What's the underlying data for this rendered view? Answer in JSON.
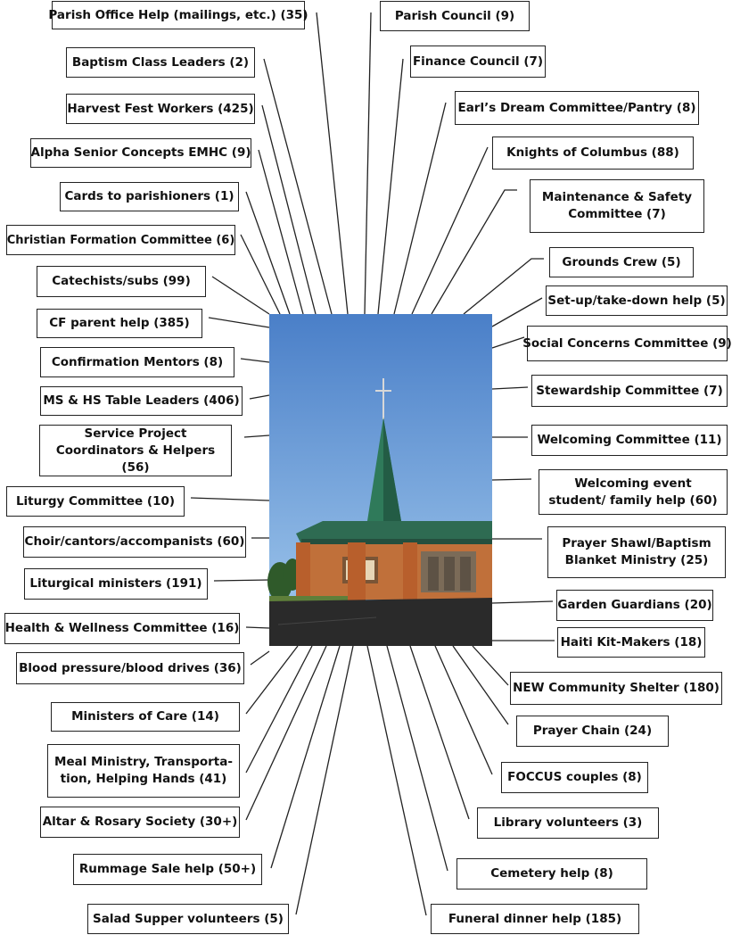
{
  "labels": {
    "parish_office_help": "Parish Office Help (mailings, etc.) (35)",
    "baptism_class_leaders": "Baptism Class Leaders (2)",
    "harvest_fest_workers": "Harvest Fest Workers (425)",
    "alpha_senior_concepts": "Alpha Senior Concepts EMHC (9)",
    "cards_to_parishioners": "Cards to parishioners (1)",
    "christian_formation_committee": "Christian Formation Committee (6)",
    "catechists_subs": "Catechists/subs (99)",
    "cf_parent_help": "CF parent help (385)",
    "confirmation_mentors": "Confirmation Mentors (8)",
    "ms_hs_table_leaders": "MS & HS Table Leaders (406)",
    "service_project_coordinators": "Service Project Coordinators & Helpers (56)",
    "liturgy_committee": "Liturgy Committee (10)",
    "choir_cantors": "Choir/cantors/accompanists (60)",
    "liturgical_ministers": "Liturgical ministers (191)",
    "health_wellness_committee": "Health & Wellness Committee (16)",
    "blood_pressure_drives": "Blood pressure/blood drives (36)",
    "ministers_of_care": "Ministers of Care (14)",
    "meal_ministry": "Meal Ministry, Transporta-tion, Helping Hands (41)",
    "altar_rosary_society": "Altar & Rosary Society (30+)",
    "rummage_sale_help": "Rummage Sale help (50+)",
    "salad_supper_volunteers": "Salad Supper volunteers (5)",
    "parish_council": "Parish Council (9)",
    "finance_council": "Finance Council (7)",
    "earls_dream_committee": "Earl’s Dream Committee/Pantry (8)",
    "knights_of_columbus": "Knights of Columbus (88)",
    "maintenance_safety": "Maintenance & Safety Committee (7)",
    "grounds_crew": "Grounds Crew (5)",
    "setup_takedown_help": "Set-up/take-down help (5)",
    "social_concerns_committee": "Social Concerns Committee (9)",
    "stewardship_committee": "Stewardship Committee (7)",
    "welcoming_committee": "Welcoming Committee (11)",
    "welcoming_event_help": "Welcoming event student/ family help (60)",
    "prayer_shawl_ministry": "Prayer Shawl/Baptism Blanket Ministry (25)",
    "garden_guardians": "Garden Guardians (20)",
    "haiti_kit_makers": "Haiti Kit-Makers (18)",
    "new_community_shelter": "NEW Community Shelter (180)",
    "prayer_chain": "Prayer Chain (24)",
    "foccus_couples": "FOCCUS couples (8)",
    "library_volunteers": "Library volunteers (3)",
    "cemetery_help": "Cemetery help (8)",
    "funeral_dinner_help": "Funeral dinner help (185)"
  },
  "colors": {
    "sky_top": "#4a7fc8",
    "sky_bottom": "#9ec6ea",
    "roof_green": "#2e6b52",
    "brick": "#c0703a",
    "pavement": "#2a2a2a"
  }
}
